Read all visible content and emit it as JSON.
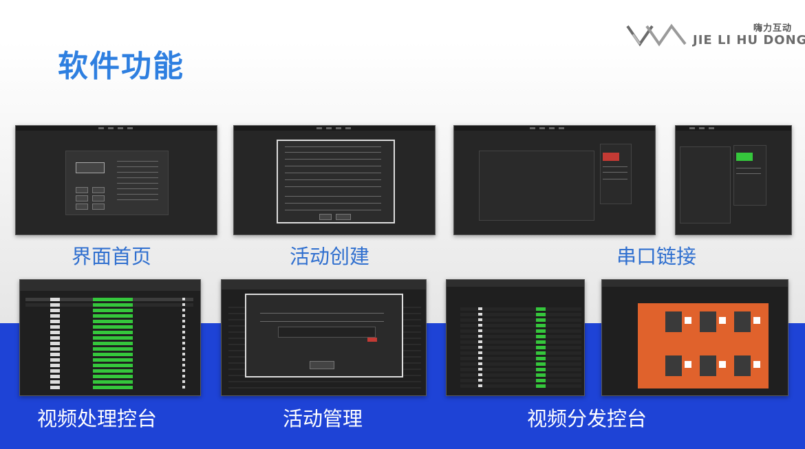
{
  "page": {
    "title": "软件功能"
  },
  "brand": {
    "cn": "嗨力互动",
    "en": "JIE LI HU DONG"
  },
  "features": [
    {
      "label": "界面首页"
    },
    {
      "label": "活动创建"
    },
    {
      "label": "串口链接"
    },
    {
      "label": "视频处理控台"
    },
    {
      "label": "活动管理"
    },
    {
      "label": "视频分发控台"
    }
  ],
  "colors": {
    "title": "#2e7fe0",
    "band": "#1e43d6",
    "accent_green": "#35c73c",
    "poster_orange": "#e0622c"
  }
}
